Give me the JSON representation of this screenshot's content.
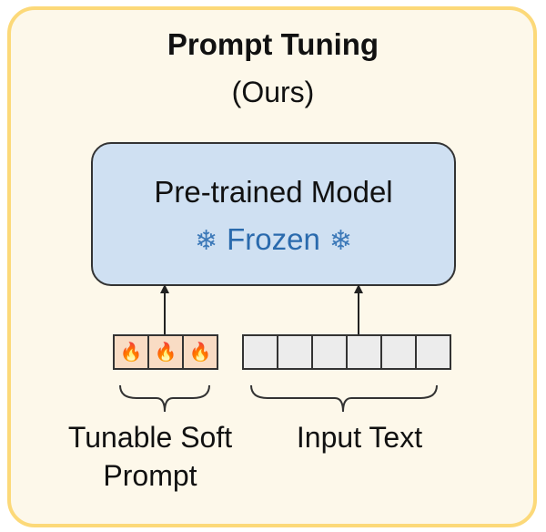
{
  "header": {
    "title": "Prompt Tuning",
    "subtitle": "(Ours)"
  },
  "model": {
    "name": "Pre-trained Model",
    "status": "Frozen",
    "status_icon": "❄"
  },
  "soft_prompt": {
    "cells": [
      "🔥",
      "🔥",
      "🔥"
    ],
    "label_line1": "Tunable Soft",
    "label_line2": "Prompt"
  },
  "input_text": {
    "cells": [
      "",
      "",
      "",
      "",
      "",
      ""
    ],
    "label": "Input Text"
  },
  "colors": {
    "outer_border": "#fcd979",
    "outer_fill": "#fdf8ea",
    "model_fill": "#cfe0f2",
    "frozen_text": "#2a6aad",
    "prompt_cell_fill": "#f9dcc4",
    "input_cell_fill": "#ececec"
  }
}
